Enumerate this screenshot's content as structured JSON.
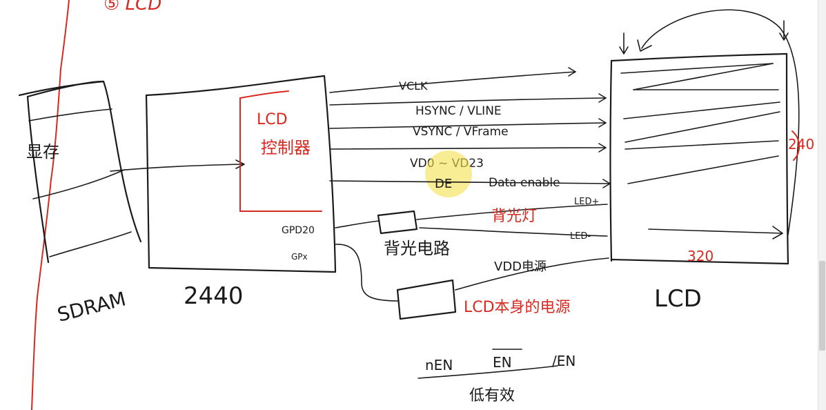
{
  "title": "⑤ LCD",
  "blocks": {
    "sdram": {
      "label": "SDRAM",
      "memory_label": "显存"
    },
    "soc": {
      "label": "2440",
      "controller_label_line1": "LCD",
      "controller_label_line2": "控制器",
      "gpio1": "GPD20",
      "gpio2": "GPx"
    },
    "lcd": {
      "label": "LCD",
      "height_label": "240",
      "width_label": "320"
    },
    "backlight": {
      "label": "背光电路",
      "pin": "LED+",
      "pin2": "LED-",
      "note": "背光灯"
    },
    "power": {
      "label": "VDD电源",
      "note": "LCD本身的电源"
    }
  },
  "signals": [
    "VCLK",
    "HSYNC / VLINE",
    "VSYNC / VFrame",
    "VD0 ~ VD23",
    "DE",
    "Data enable"
  ],
  "enable_note": {
    "items": [
      "nEN",
      "EN",
      "/EN"
    ],
    "caption": "低有效"
  },
  "colors": {
    "ink": "#1a1a1a",
    "red": "#d8281f",
    "cursor": "#f4e04d"
  }
}
